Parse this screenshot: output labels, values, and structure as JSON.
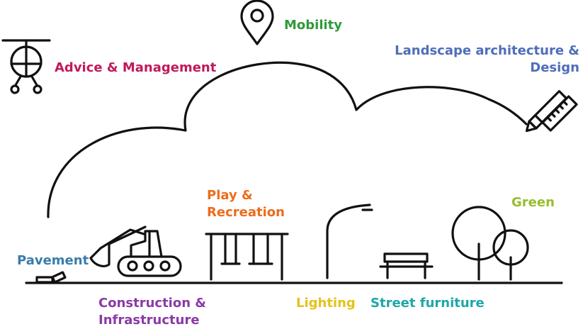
{
  "labels": {
    "advice": "Advice & Management",
    "mobility": "Mobility",
    "landscape_line1": "Landscape architecture &",
    "landscape_line2": "Design",
    "play_line1": "Play &",
    "play_line2": "Recreation",
    "green": "Green",
    "pavement": "Pavement",
    "construction_line1": "Construction &",
    "construction_line2": "Infrastructure",
    "lighting": "Lighting",
    "street_furniture": "Street furniture"
  },
  "colors": {
    "advice": "#c2185b",
    "mobility": "#2e9a3a",
    "landscape": "#4f6db8",
    "play": "#ee6b1b",
    "green": "#98bd2c",
    "pavement": "#3a7ca8",
    "construction": "#8b3aa6",
    "lighting": "#e6c21a",
    "street_furniture": "#1fa6a8",
    "line": "#111111"
  },
  "icons": {
    "helicopter": "helicopter-icon",
    "map_pin": "map-pin-icon",
    "pencil_ruler": "pencil-ruler-icon",
    "excavator": "excavator-icon",
    "swing": "swing-icon",
    "street_lamp": "street-lamp-icon",
    "bench": "bench-icon",
    "trees": "trees-icon",
    "paving_stones": "paving-stones-icon"
  }
}
